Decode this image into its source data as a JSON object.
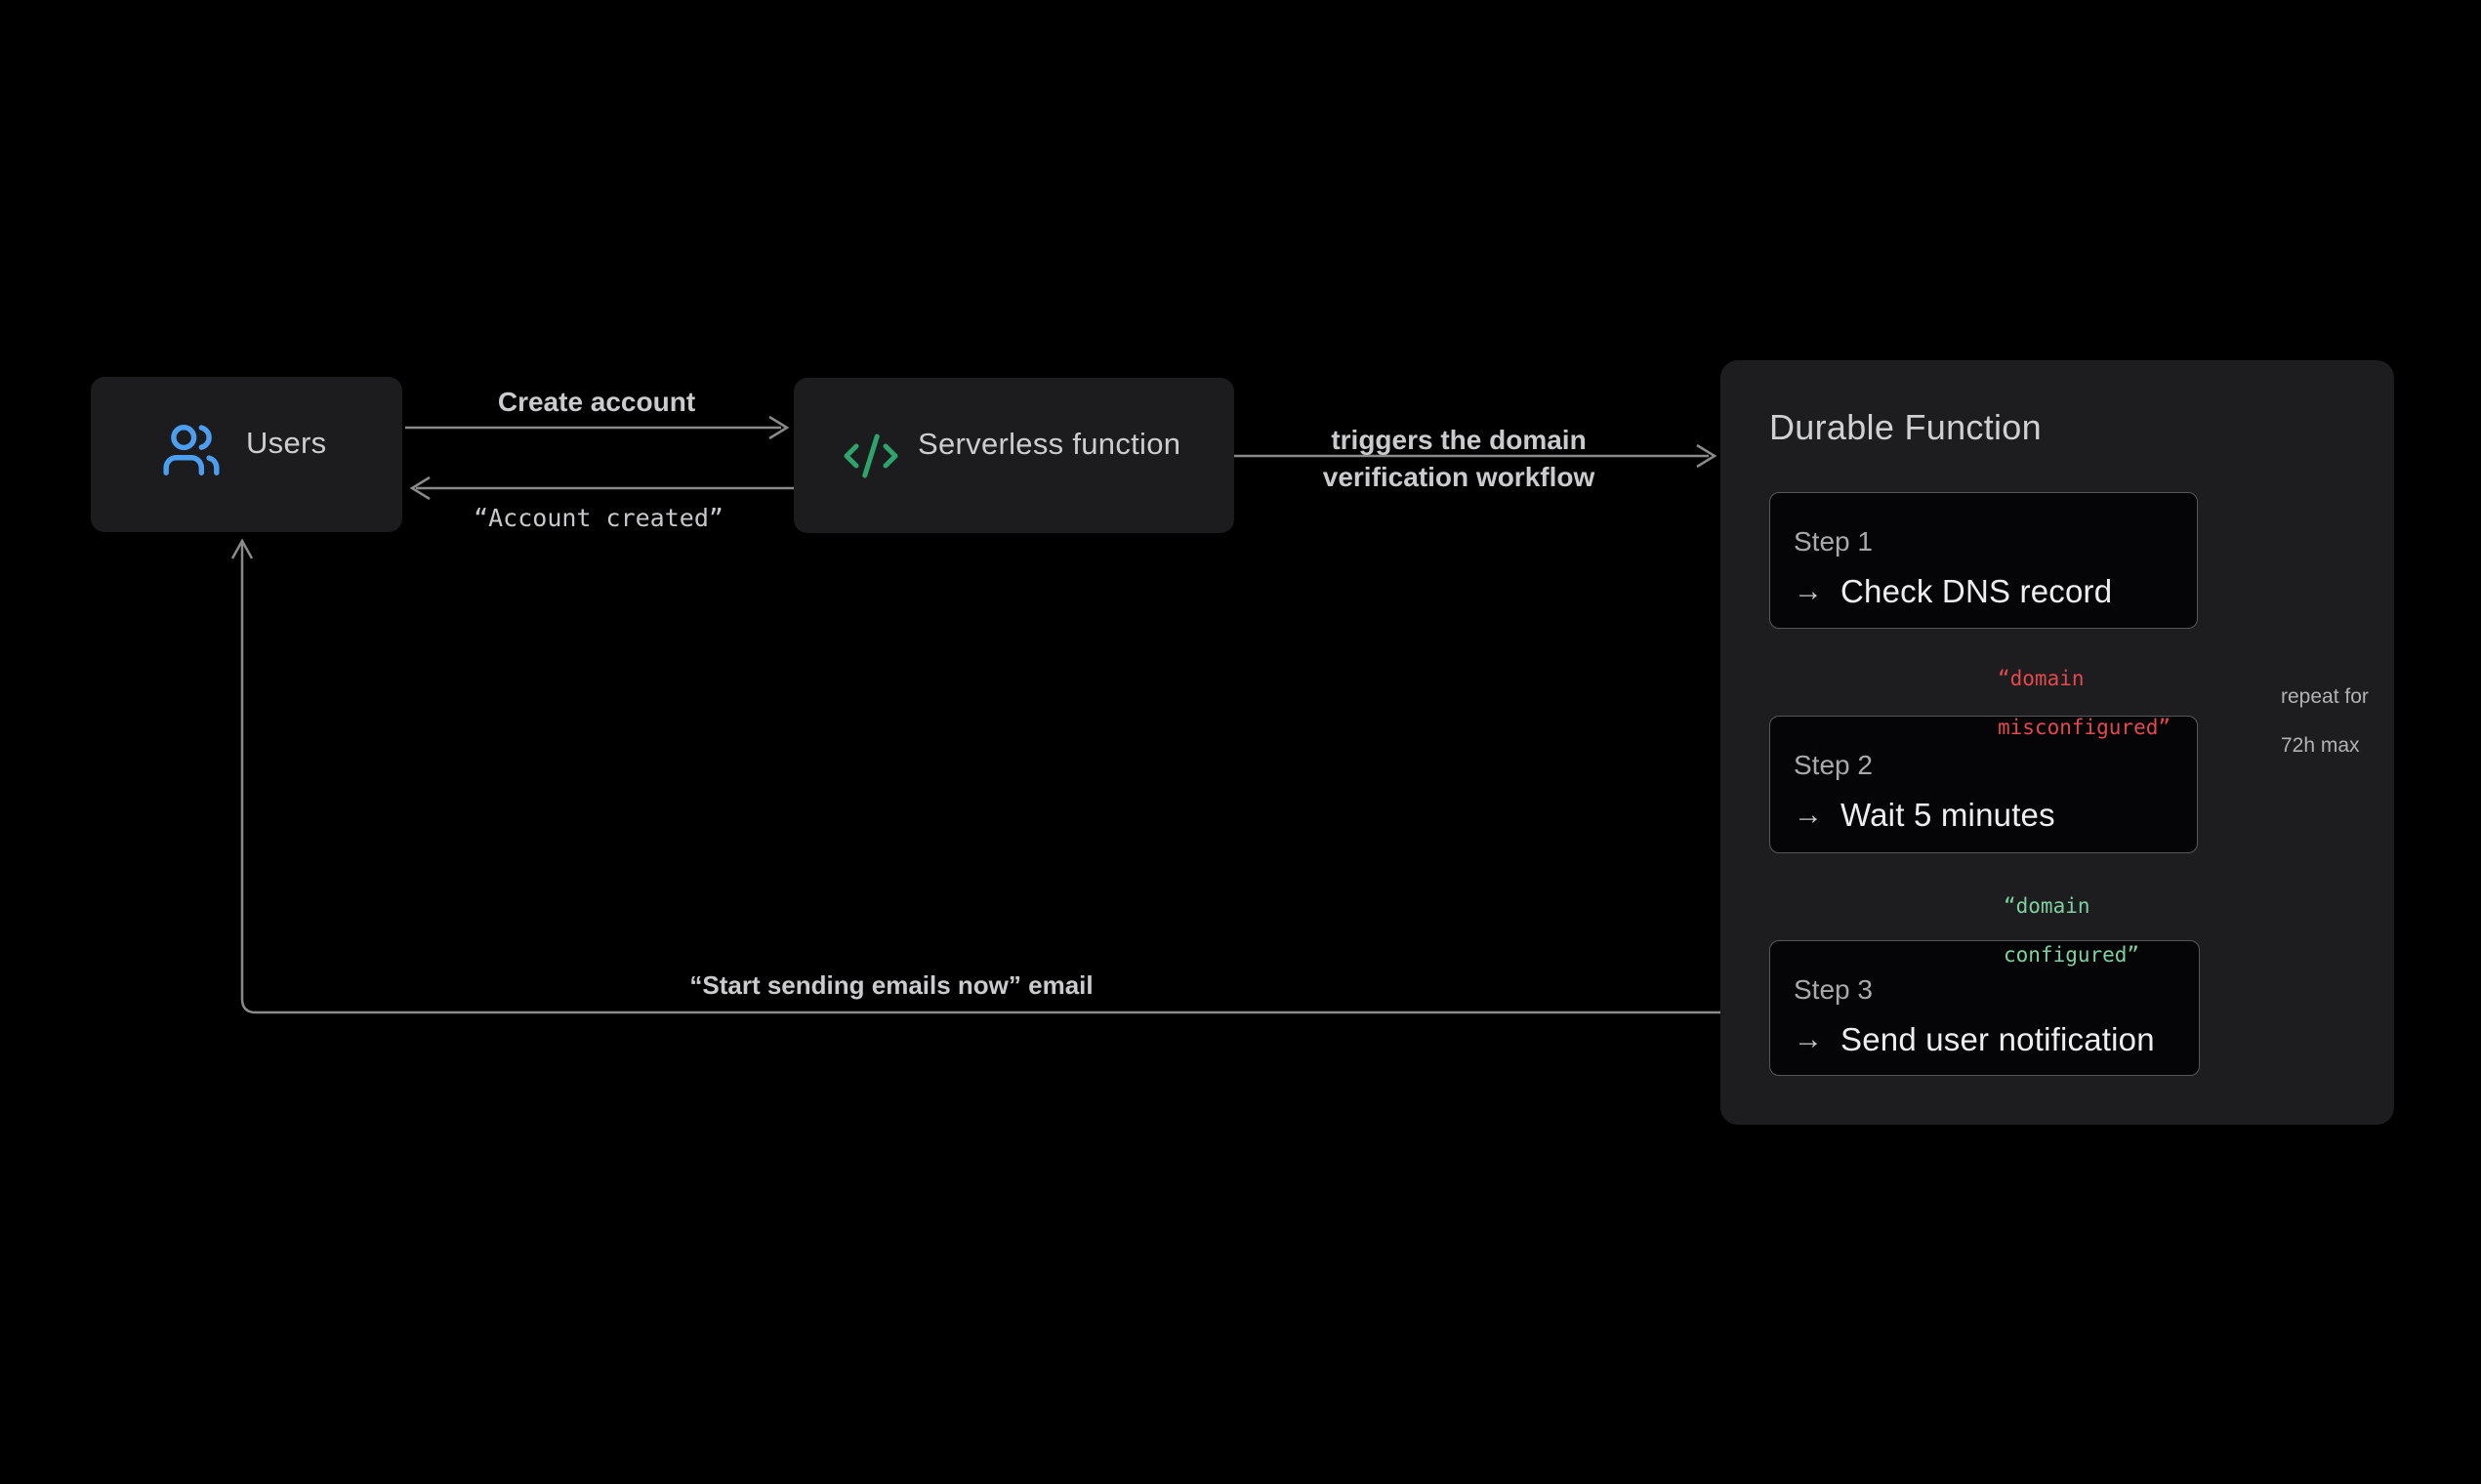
{
  "nodes": {
    "users": {
      "label": "Users"
    },
    "serverless": {
      "label": "Serverless function",
      "icon_text": "</>"
    }
  },
  "edges": {
    "create_account": {
      "label": "Create account"
    },
    "account_created": {
      "label": "“Account created”"
    },
    "triggers": {
      "label_line1": "triggers the domain",
      "label_line2": "verification workflow"
    },
    "misconfigured": {
      "line1": "“domain",
      "line2": "misconfigured”"
    },
    "configured": {
      "line1": "“domain",
      "line2": "configured”"
    },
    "repeat_note": {
      "line1": "repeat for",
      "line2": "72h max"
    },
    "start_sending": {
      "label": "“Start sending emails now” email"
    }
  },
  "panel": {
    "title": "Durable Function",
    "steps": [
      {
        "label": "Step 1",
        "action": "Check DNS record"
      },
      {
        "label": "Step 2",
        "action": "Wait 5 minutes"
      },
      {
        "label": "Step 3",
        "action": "Send user notification"
      }
    ]
  },
  "icons": {
    "arrow_right": "→",
    "users_icon": "users-icon",
    "code_icon": "code-icon"
  },
  "colors": {
    "background": "#000000",
    "node_bg": "#1C1C1E",
    "panel_bg": "#1D1D1F",
    "step_bg": "#050507",
    "step_border": "#57575B",
    "line": "#8A8A8A",
    "text_light": "#CBCDCE",
    "text_white": "#EEEEEF",
    "text_muted": "#A7A9AB",
    "accent_blue": "#4C9FF0",
    "accent_green": "#2FA36C",
    "status_red": "#E5484D",
    "status_green": "#7CD1A1"
  }
}
